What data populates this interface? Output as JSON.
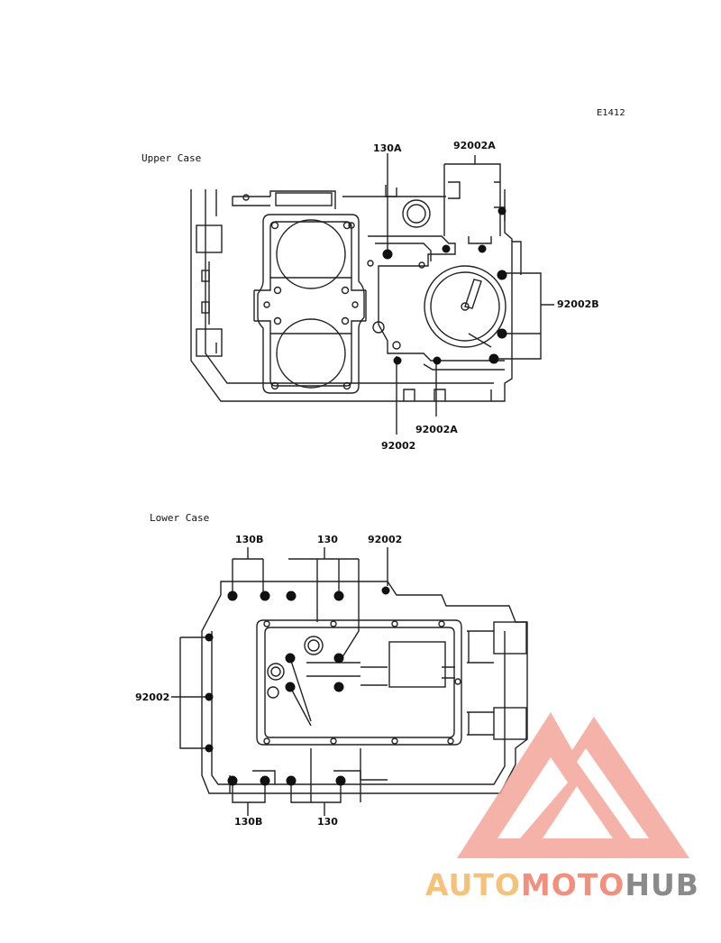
{
  "figure_code": "E1412",
  "sections": {
    "upper": {
      "title": "Upper Case",
      "callouts": {
        "c130A": "130A",
        "c92002A_top": "92002A",
        "c92002B": "92002B",
        "c92002A_bottom": "92002A",
        "c92002": "92002"
      }
    },
    "lower": {
      "title": "Lower Case",
      "callouts": {
        "c130B_top": "130B",
        "c130_top": "130",
        "c92002_top": "92002",
        "c92002_left": "92002",
        "c130B_bottom": "130B",
        "c130_bottom": "130"
      }
    }
  },
  "watermark": {
    "part1": "AUTO",
    "part2": "MOTO",
    "part3": "HUB",
    "colors": {
      "auto": "#f5c27c",
      "moto": "#f2907e",
      "hub": "#8a8a8a",
      "logo": "#f4a59a"
    }
  }
}
